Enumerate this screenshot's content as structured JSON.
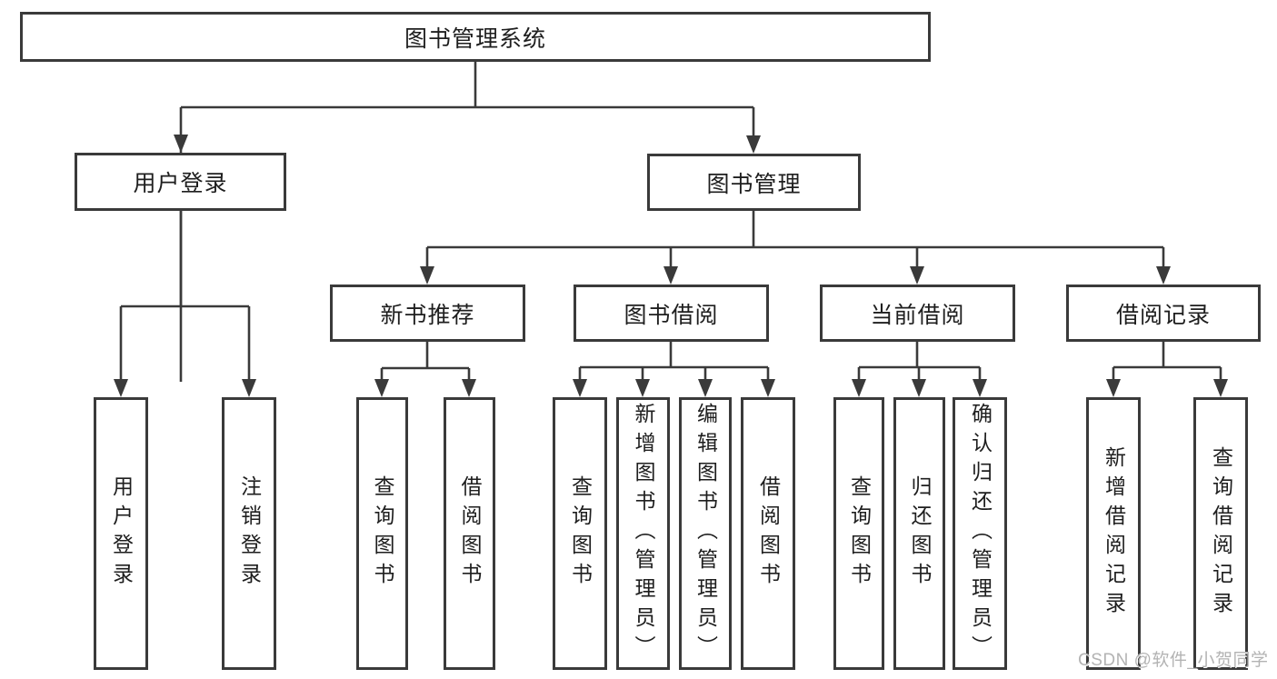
{
  "diagram": {
    "root": {
      "label": "图书管理系统"
    },
    "branches": {
      "user_login": {
        "label": "用户登录"
      },
      "book_management": {
        "label": "图书管理"
      }
    },
    "modules": {
      "new_book_recommend": {
        "label": "新书推荐"
      },
      "book_borrow": {
        "label": "图书借阅"
      },
      "current_borrow": {
        "label": "当前借阅"
      },
      "borrow_records": {
        "label": "借阅记录"
      }
    },
    "leaves": {
      "user_login": {
        "label": "用户登录"
      },
      "logout": {
        "label": "注销登录"
      },
      "nbr_query_books": {
        "label": "查询图书"
      },
      "nbr_borrow_books": {
        "label": "借阅图书"
      },
      "bb_query_books": {
        "label": "查询图书"
      },
      "bb_add_books": {
        "label": "新增图书（管理员）"
      },
      "bb_edit_books": {
        "label": "编辑图书（管理员）"
      },
      "bb_borrow_books": {
        "label": "借阅图书"
      },
      "cb_query_books": {
        "label": "查询图书"
      },
      "cb_return_books": {
        "label": "归还图书"
      },
      "cb_confirm_return": {
        "label": "确认归还（管理员）"
      },
      "br_add_record": {
        "label": "新增借阅记录"
      },
      "br_query_record": {
        "label": "查询借阅记录"
      }
    }
  },
  "watermark": {
    "text": "CSDN @软件_小贺同学"
  },
  "colors": {
    "line": "#3a3a3a",
    "node_border": "#3a3a3a",
    "text": "#1e1e1e",
    "background": "#ffffff",
    "watermark": "#b3b3b3"
  }
}
